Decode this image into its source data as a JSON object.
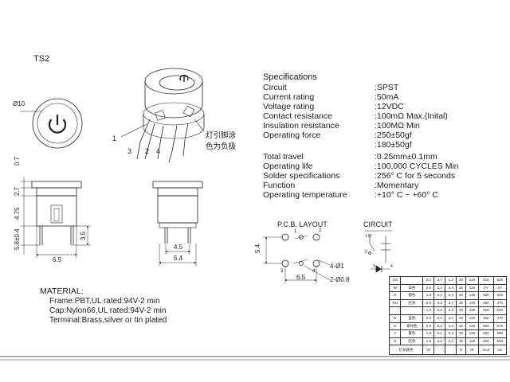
{
  "model": "TS2",
  "specifications": {
    "title": "Specifications",
    "rows": [
      {
        "label": "Circuit",
        "value": ":SPST"
      },
      {
        "label": "Current rating",
        "value": ":50mA"
      },
      {
        "label": "Voltage rating",
        "value": ":12VDC"
      },
      {
        "label": "Contact resistance",
        "value": ":100mΩ   Max.(Inital)"
      },
      {
        "label": "Insulation resistance",
        "value": ":100MΩ  Min"
      },
      {
        "label": "Operating force",
        "value": ":250±50gf"
      },
      {
        "label": "",
        "value": ":180±50gf"
      },
      {
        "label": "Total travel",
        "value": ":0.25mm±0.1mm"
      },
      {
        "label": "Operating life",
        "value": ":100,000 CYCLES Min"
      },
      {
        "label": "Solder specifications",
        "value": ":256° C for 5 seconds"
      },
      {
        "label": "Function",
        "value": ":Momentary"
      },
      {
        "label": "Operating temperature",
        "value": ":+10° C ~ +60° C"
      }
    ]
  },
  "material": {
    "title": "MATERIAL:",
    "lines": [
      "Frame:PBT,UL rated:94V-2 min",
      "Cap:Nylon66,UL rated:94V-2 min",
      "Terminal:Brass,silver or tin plated"
    ]
  },
  "top_view": {
    "diameter_label": "Ø10"
  },
  "iso_view": {
    "pin_labels": [
      "1",
      "3",
      "2",
      "4"
    ],
    "note_line1": "灯引脚涂",
    "note_line2": "色为负极"
  },
  "front_view": {
    "dims": {
      "h1": "0.7",
      "h2": "2.7",
      "h3": "4.75",
      "h4": "5.8±0.4",
      "width": "6.5",
      "pin": "3.5"
    }
  },
  "side_view": {
    "dims": {
      "pitch": "4.5",
      "width": "5.4"
    }
  },
  "pcb_layout": {
    "title": "P.C.B. LAYOUT",
    "pin_labels": [
      "1",
      "2",
      "3",
      "4"
    ],
    "dims": {
      "height": "5.4",
      "width": "6.5",
      "hole1": "4-Ø1",
      "hole2": "2-Ø0.8"
    }
  },
  "circuit": {
    "title": "CIRCUIT",
    "pin_labels": [
      "1",
      "2",
      "3",
      "4"
    ]
  },
  "color_table": {
    "rows": [
      [
        "GS",
        "",
        "3,2",
        "3,7",
        "1,2",
        "20",
        "120",
        "515",
        "525"
      ],
      [
        "W",
        "白色",
        "2,8",
        "3,4",
        "3,4",
        "20",
        "120",
        "XY",
        "XY"
      ],
      [
        "O",
        "橙色",
        "1,8",
        "2,2",
        "2,4",
        "20",
        "120",
        "620",
        "634"
      ],
      [
        "RU",
        "红色",
        "2,8",
        "3,2",
        "3,4",
        "20",
        "120",
        "460",
        "470"
      ],
      [
        "",
        "",
        "1,8",
        "2,2",
        "2,4",
        "20",
        "120",
        "620",
        "634"
      ],
      [
        "B",
        "蓝色",
        "2,8",
        "3,4",
        "3,4",
        "20",
        "120",
        "460",
        "470"
      ],
      [
        "G",
        "翠绿色",
        "2,8",
        "3,2",
        "3,4",
        "20",
        "120",
        "563",
        "575"
      ],
      [
        "Y",
        "黄色",
        "1,8",
        "2,2",
        "2,4",
        "20",
        "120",
        "582",
        "588"
      ],
      [
        "R",
        "红色",
        "1,8",
        "2,2",
        "2,4",
        "20",
        "120",
        "620",
        "630"
      ]
    ],
    "footer": [
      "灯光颜色",
      "VF",
      "",
      "",
      "IF",
      "IR",
      "mcd",
      "nm"
    ]
  }
}
